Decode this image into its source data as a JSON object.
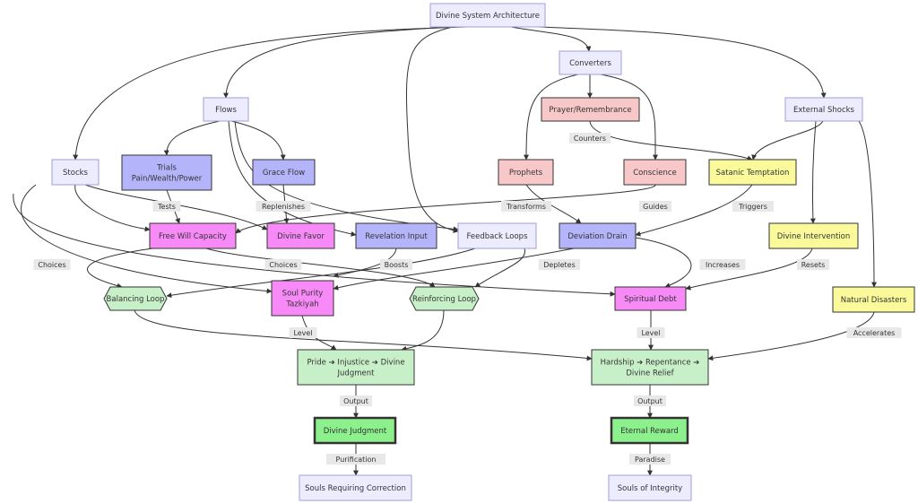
{
  "colors": {
    "lavender": "#ececfe",
    "lavender_border": "#9f9fdb",
    "pink": "#f8c8c8",
    "blue": "#b4b4fa",
    "magenta": "#f78af7",
    "yellow": "#fafa9a",
    "light_green": "#c8f0c8",
    "bright_green": "#8cf08c",
    "dark_border": "#333333",
    "edge": "#333333",
    "label_bg": "#e8e8e8"
  },
  "nodes": [
    {
      "id": "root",
      "label": [
        "Divine System Architecture"
      ],
      "style": "lavender"
    },
    {
      "id": "converters",
      "label": [
        "Converters"
      ],
      "style": "lavender"
    },
    {
      "id": "flows",
      "label": [
        "Flows"
      ],
      "style": "lavender"
    },
    {
      "id": "external_shocks",
      "label": [
        "External Shocks"
      ],
      "style": "lavender"
    },
    {
      "id": "prayer",
      "label": [
        "Prayer/Remembrance"
      ],
      "style": "pink"
    },
    {
      "id": "stocks",
      "label": [
        "Stocks"
      ],
      "style": "lavender"
    },
    {
      "id": "trials",
      "label": [
        "Trials",
        "Pain/Wealth/Power"
      ],
      "style": "blue"
    },
    {
      "id": "grace_flow",
      "label": [
        "Grace Flow"
      ],
      "style": "blue"
    },
    {
      "id": "prophets",
      "label": [
        "Prophets"
      ],
      "style": "pink"
    },
    {
      "id": "conscience",
      "label": [
        "Conscience"
      ],
      "style": "pink"
    },
    {
      "id": "satanic",
      "label": [
        "Satanic Temptation"
      ],
      "style": "yellow"
    },
    {
      "id": "free_will",
      "label": [
        "Free Will Capacity"
      ],
      "style": "magenta"
    },
    {
      "id": "divine_favor",
      "label": [
        "Divine Favor"
      ],
      "style": "magenta"
    },
    {
      "id": "revelation",
      "label": [
        "Revelation Input"
      ],
      "style": "blue"
    },
    {
      "id": "feedback",
      "label": [
        "Feedback Loops"
      ],
      "style": "lavender"
    },
    {
      "id": "deviation",
      "label": [
        "Deviation Drain"
      ],
      "style": "blue"
    },
    {
      "id": "intervention",
      "label": [
        "Divine Intervention"
      ],
      "style": "yellow"
    },
    {
      "id": "balancing",
      "label": [
        "Balancing Loop"
      ],
      "style": "light_green",
      "shape": "hexagon"
    },
    {
      "id": "soul_purity",
      "label": [
        "Soul Purity",
        "Tazkiyah"
      ],
      "style": "magenta"
    },
    {
      "id": "reinforcing",
      "label": [
        "Reinforcing Loop"
      ],
      "style": "light_green",
      "shape": "hexagon"
    },
    {
      "id": "spiritual_debt",
      "label": [
        "Spiritual Debt"
      ],
      "style": "magenta"
    },
    {
      "id": "natural_disasters",
      "label": [
        "Natural Disasters"
      ],
      "style": "yellow"
    },
    {
      "id": "pride",
      "label": [
        "Pride ➔ Injustice ➔ Divine",
        "Judgment"
      ],
      "style": "light_green"
    },
    {
      "id": "hardship",
      "label": [
        "Hardship ➔ Repentance ➔",
        "Divine Relief"
      ],
      "style": "light_green"
    },
    {
      "id": "divine_judgment",
      "label": [
        "Divine Judgment"
      ],
      "style": "bright_green",
      "thick": true
    },
    {
      "id": "eternal_reward",
      "label": [
        "Eternal Reward"
      ],
      "style": "bright_green",
      "thick": true
    },
    {
      "id": "souls_correction",
      "label": [
        "Souls Requiring Correction"
      ],
      "style": "lavender"
    },
    {
      "id": "souls_integrity",
      "label": [
        "Souls of Integrity"
      ],
      "style": "lavender"
    }
  ],
  "edge_labels": [
    {
      "id": "counters",
      "text": "Counters"
    },
    {
      "id": "tests",
      "text": "Tests"
    },
    {
      "id": "replenishes",
      "text": "Replenishes"
    },
    {
      "id": "transforms",
      "text": "Transforms"
    },
    {
      "id": "guides",
      "text": "Guides"
    },
    {
      "id": "triggers",
      "text": "Triggers"
    },
    {
      "id": "choices_left",
      "text": "Choices"
    },
    {
      "id": "choices_mid",
      "text": "Choices"
    },
    {
      "id": "boosts",
      "text": "Boosts"
    },
    {
      "id": "depletes",
      "text": "Depletes"
    },
    {
      "id": "increases",
      "text": "Increases"
    },
    {
      "id": "resets",
      "text": "Resets"
    },
    {
      "id": "level_left",
      "text": "Level"
    },
    {
      "id": "level_right",
      "text": "Level"
    },
    {
      "id": "accelerates",
      "text": "Accelerates"
    },
    {
      "id": "output_left",
      "text": "Output"
    },
    {
      "id": "output_right",
      "text": "Output"
    },
    {
      "id": "purification",
      "text": "Purification"
    },
    {
      "id": "paradise",
      "text": "Paradise"
    }
  ]
}
